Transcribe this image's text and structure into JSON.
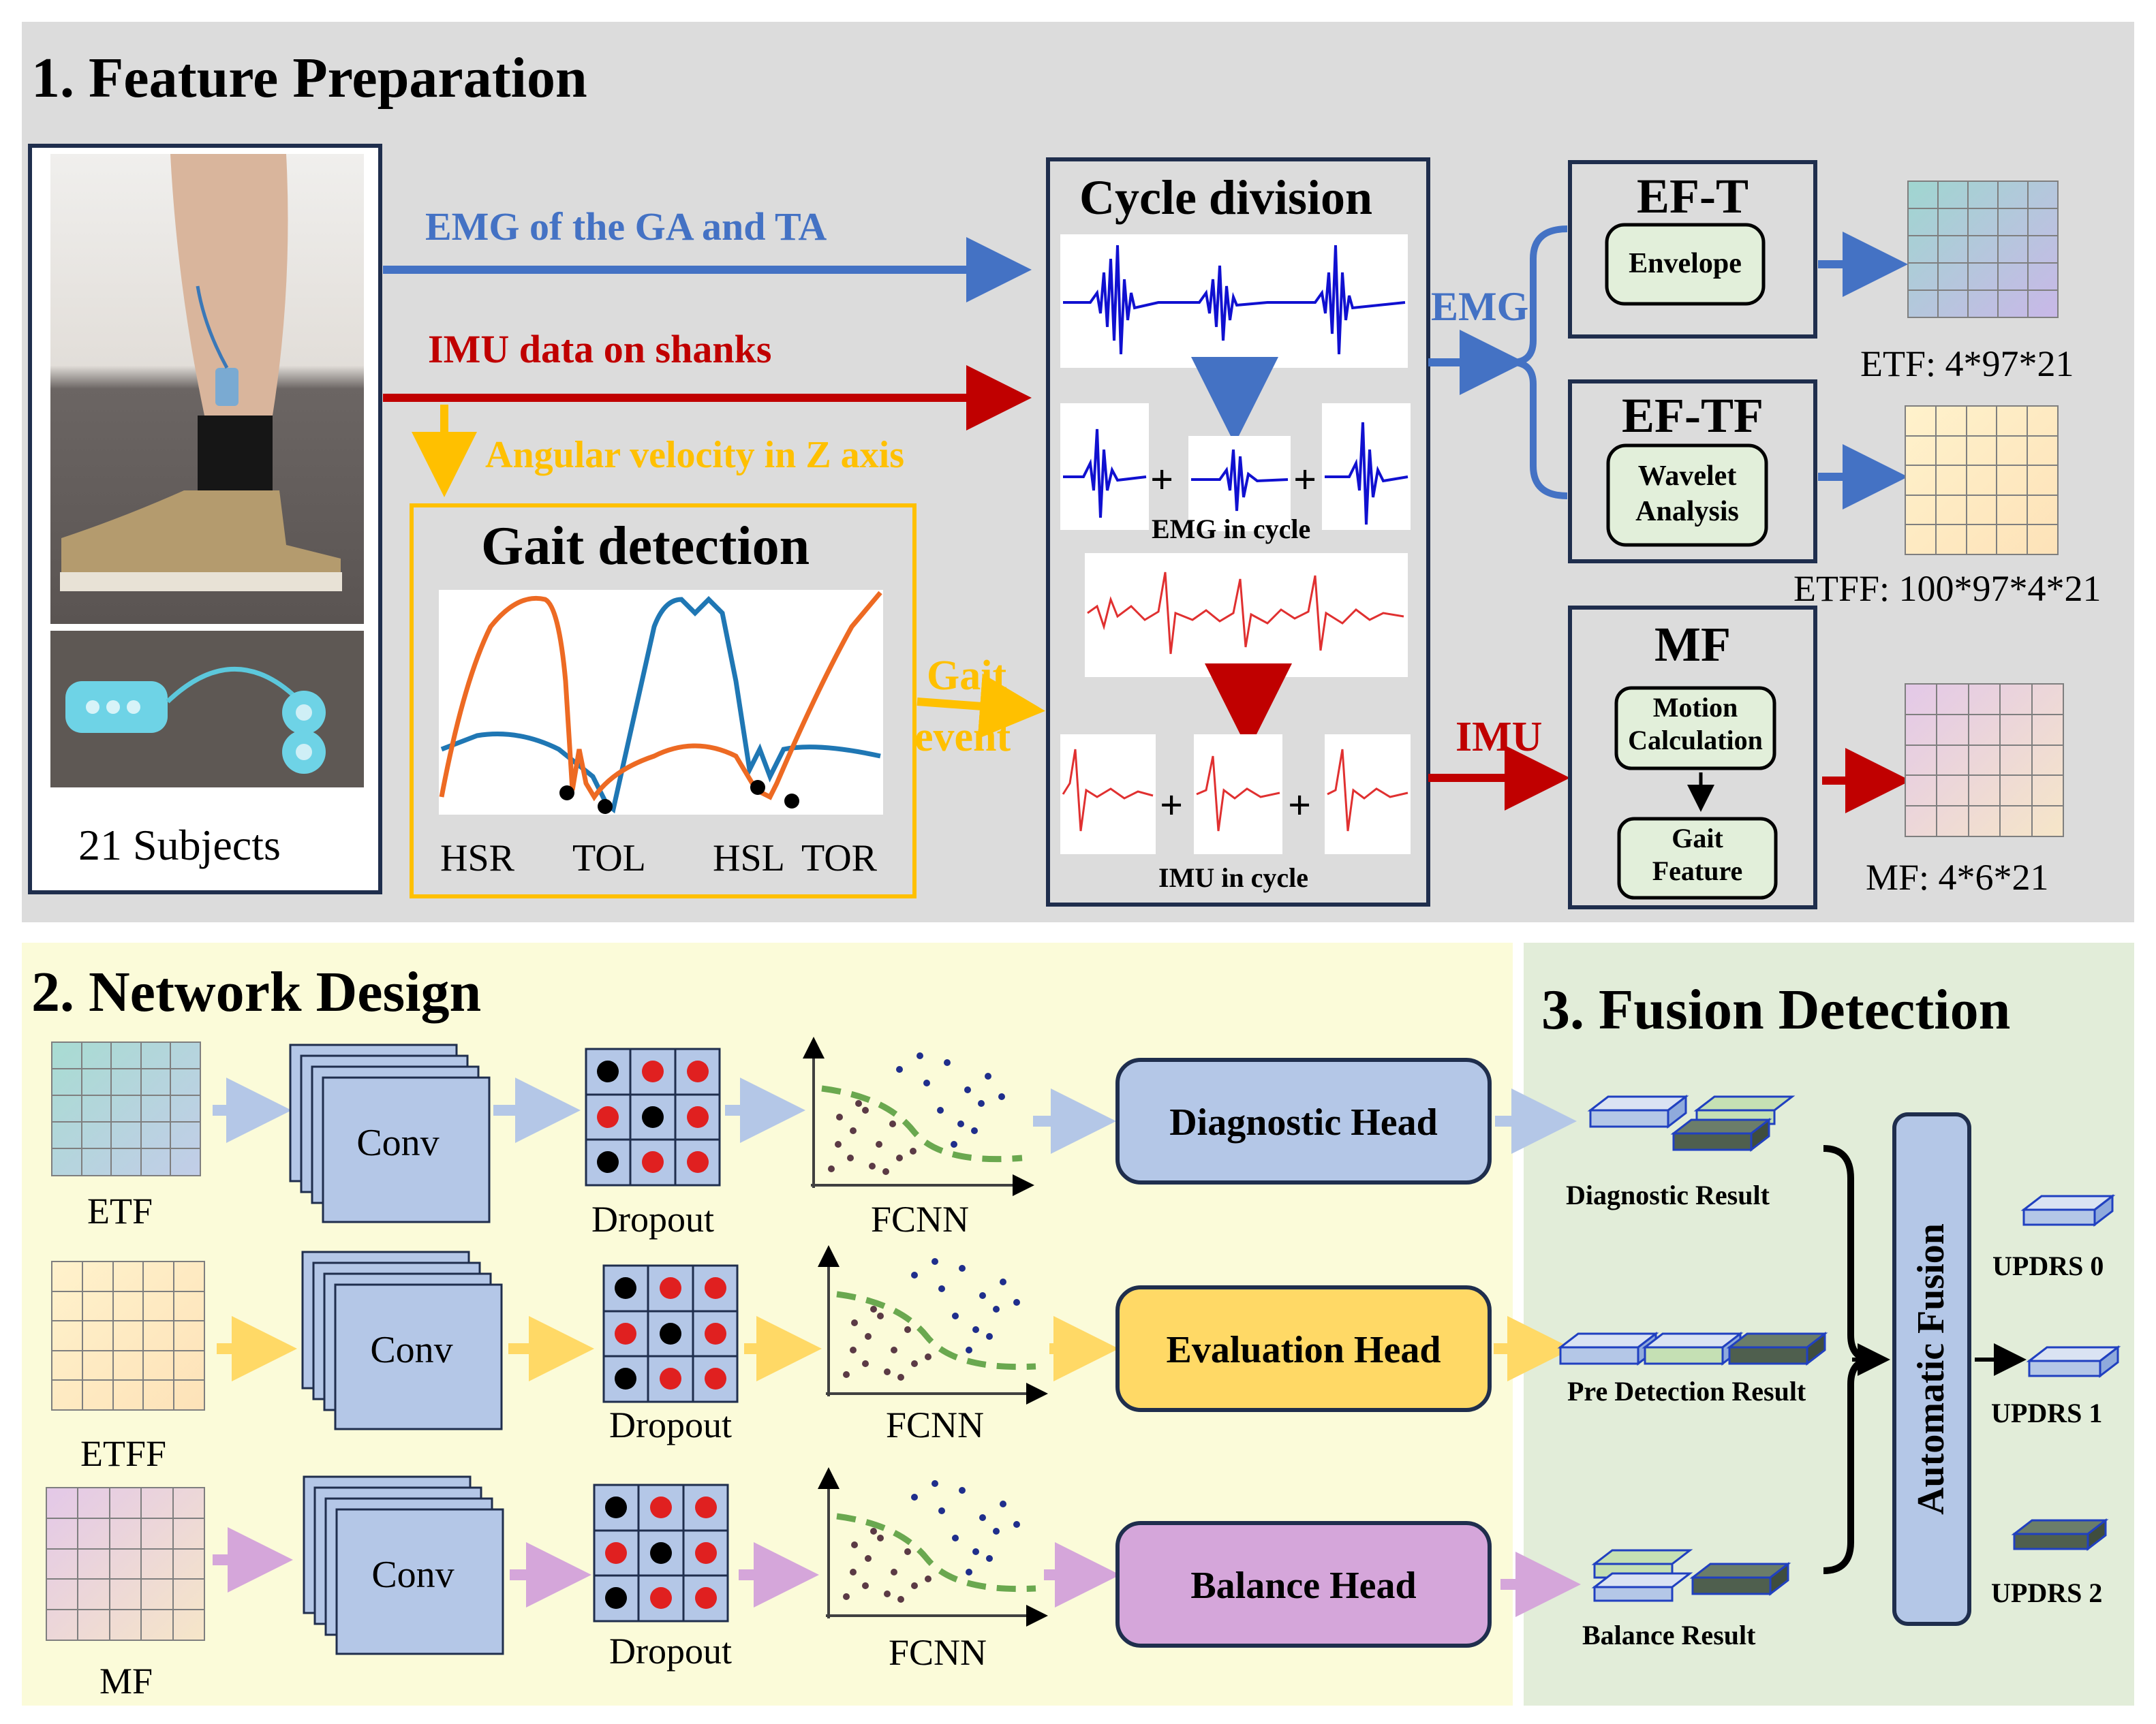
{
  "section1": {
    "title": "1. Feature Preparation",
    "subjects_label": "21 Subjects",
    "emg_arrow_label": "EMG of the GA and TA",
    "imu_arrow_label": "IMU data on shanks",
    "angular_label": "Angular velocity in Z axis",
    "gait_detection": {
      "title": "Gait detection",
      "events": [
        "HSR",
        "TOL",
        "HSL",
        "TOR"
      ],
      "gait_event_label_1": "Gait",
      "gait_event_label_2": "event"
    },
    "cycle_division": {
      "title": "Cycle division",
      "emg_in_cycle": "EMG in cycle",
      "imu_in_cycle": "IMU in cycle"
    },
    "emg_branch_label": "EMG",
    "imu_branch_label": "IMU",
    "eft": {
      "title": "EF-T",
      "inner": "Envelope",
      "dim": "ETF: 4*97*21"
    },
    "eftf": {
      "title": "EF-TF",
      "inner_1": "Wavelet",
      "inner_2": "Analysis",
      "dim": "ETFF: 100*97*4*21"
    },
    "mf": {
      "title": "MF",
      "inner_a1": "Motion",
      "inner_a2": "Calculation",
      "inner_b1": "Gait",
      "inner_b2": "Feature",
      "dim": "MF: 4*6*21"
    }
  },
  "section2": {
    "title": "2. Network Design",
    "rows": [
      {
        "input": "ETF",
        "conv": "Conv",
        "dropout": "Dropout",
        "fcnn": "FCNN",
        "head": "Diagnostic Head"
      },
      {
        "input": "ETFF",
        "conv": "Conv",
        "dropout": "Dropout",
        "fcnn": "FCNN",
        "head": "Evaluation Head"
      },
      {
        "input": "MF",
        "conv": "Conv",
        "dropout": "Dropout",
        "fcnn": "FCNN",
        "head": "Balance Head"
      }
    ]
  },
  "section3": {
    "title": "3. Fusion Detection",
    "results": [
      "Diagnostic Result",
      "Pre Detection Result",
      "Balance Result"
    ],
    "fusion_label": "Automatic Fusion",
    "outputs": [
      "UPDRS 0",
      "UPDRS 1",
      "UPDRS 2"
    ]
  },
  "colors": {
    "panel1_bg": "#dcdcdc",
    "panel2_bg": "#fbfbd9",
    "panel3_bg": "#e2edd9",
    "navy": "#1f2e4d",
    "emg_blue": "#4472c4",
    "imu_red": "#c00000",
    "gold": "#ffc000",
    "diag_head": "#b4c7e7",
    "eval_head": "#ffd966",
    "bal_head": "#d5a6da"
  }
}
